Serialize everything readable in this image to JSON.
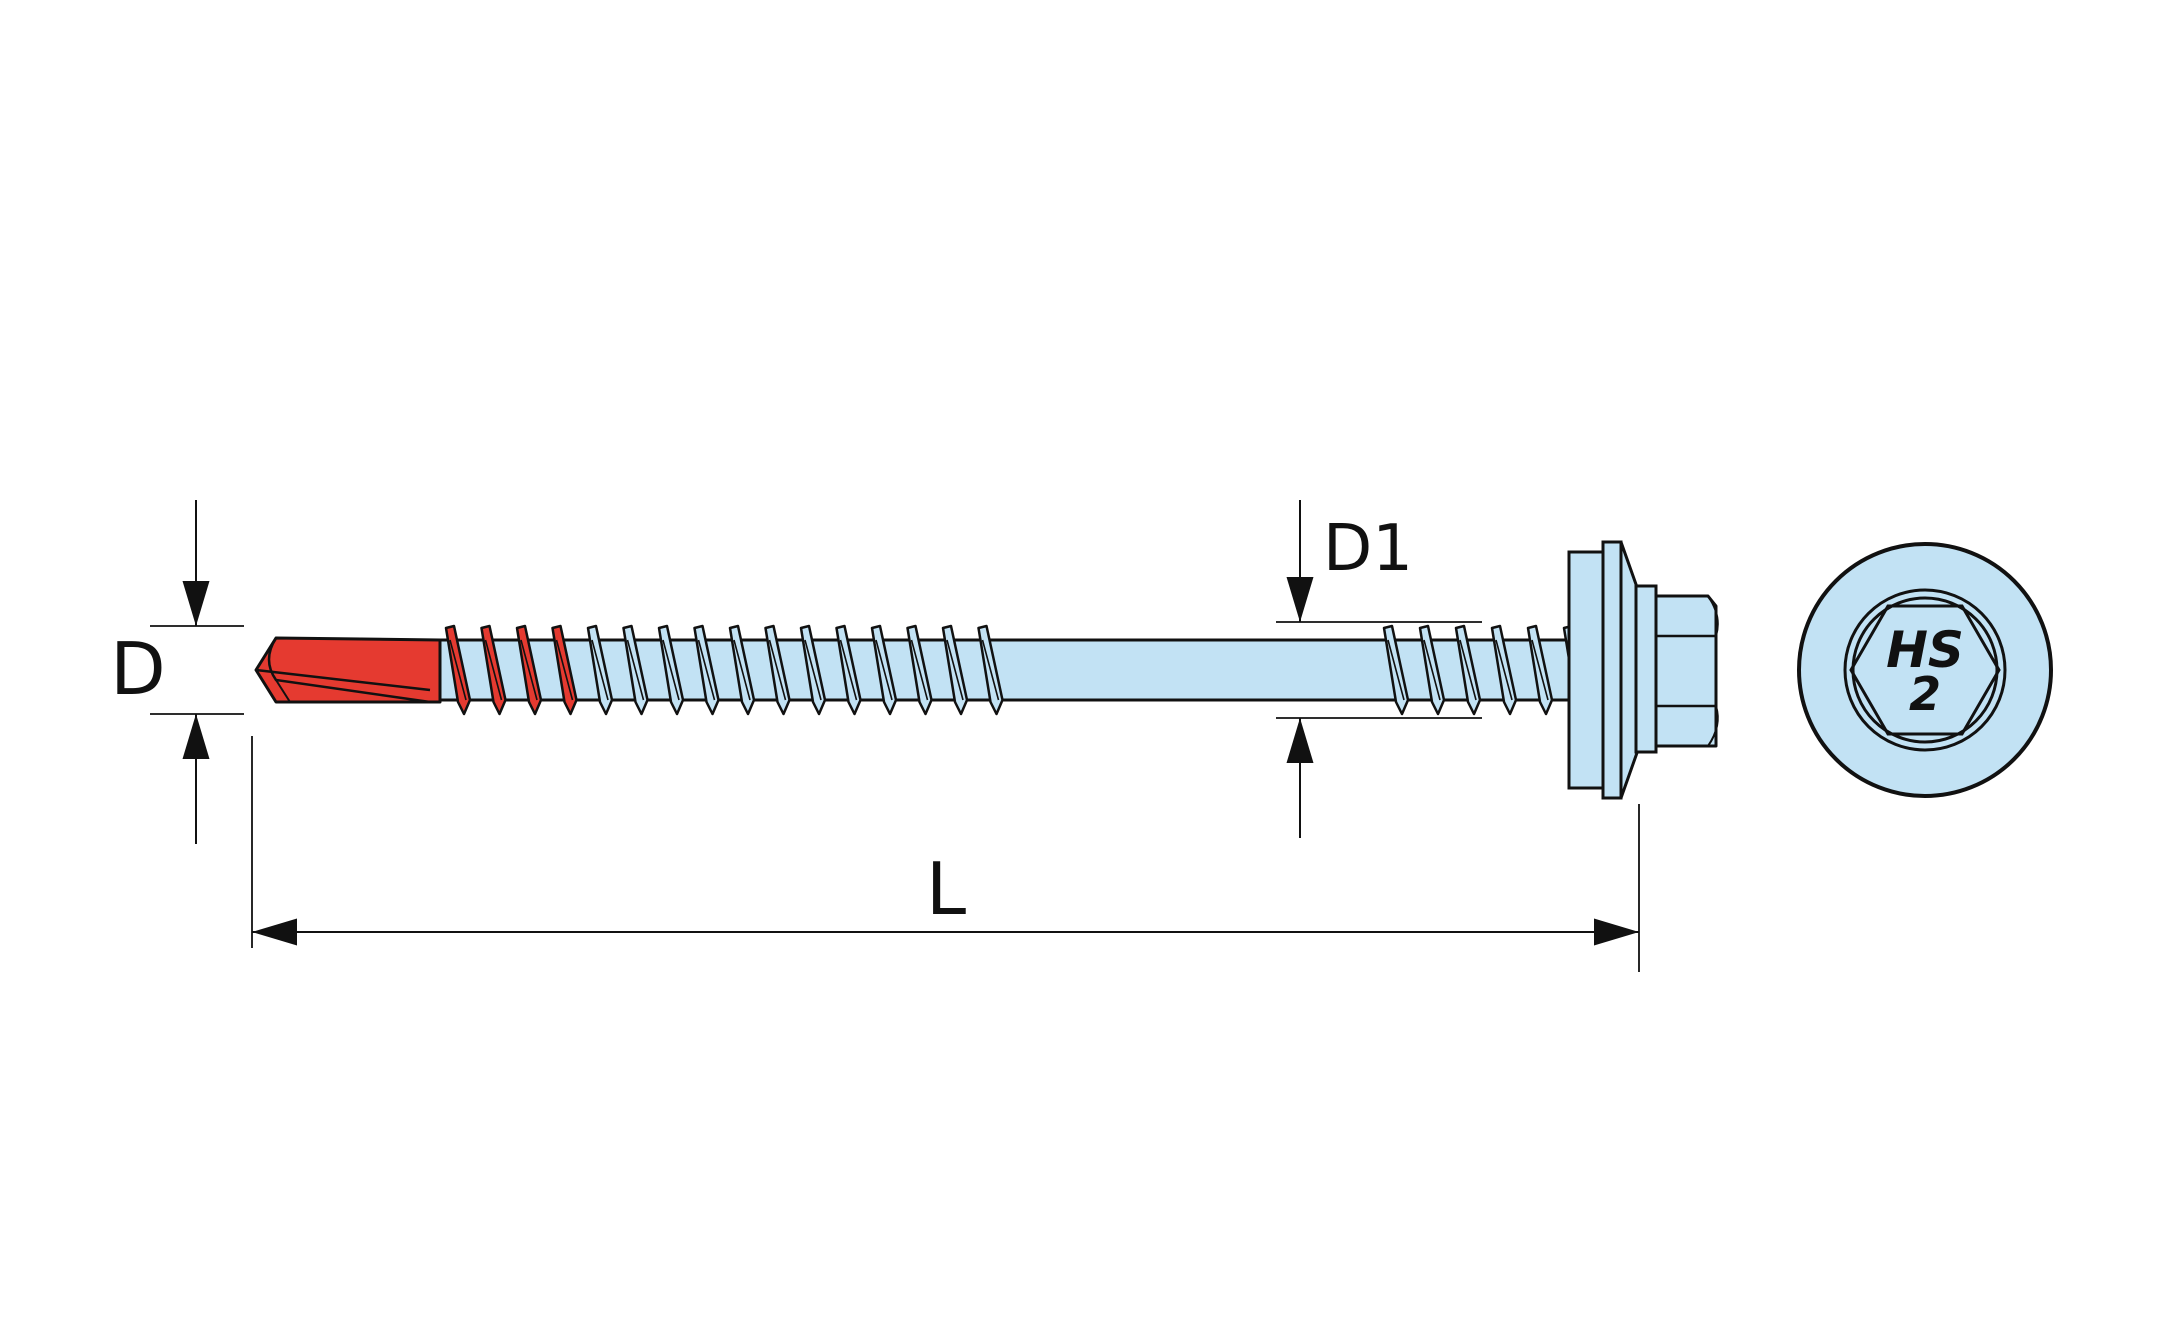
{
  "labels": {
    "diameter": "D",
    "core_diameter": "D1",
    "length": "L",
    "head_marking_line1": "HS",
    "head_marking_line2": "2"
  },
  "colors": {
    "drill_tip": "#e53a30",
    "body": "#c2e2f4",
    "outline": "#111111",
    "background": "#ffffff"
  },
  "icons": {
    "arrow": "triangle-arrowhead",
    "head_drive": "hexagon"
  }
}
